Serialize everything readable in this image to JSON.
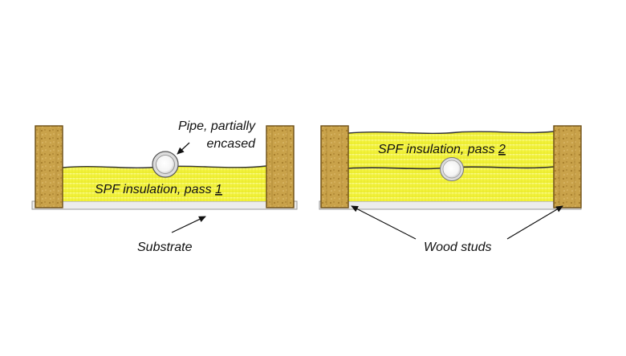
{
  "diagram": {
    "left_panel": {
      "pipe_label_line1": "Pipe, partially",
      "pipe_label_line2": "encased",
      "insulation_label_text": "SPF insulation, pass ",
      "insulation_label_pass": "1",
      "substrate_label": "Substrate"
    },
    "right_panel": {
      "insulation_label_text": "SPF insulation, pass ",
      "insulation_label_pass": "2",
      "studs_label": "Wood studs"
    },
    "colors": {
      "insulation": "#f2f23a",
      "insulation_light": "#fbfb9a",
      "wood": "#c9a24a",
      "wood_dark": "#8a6418",
      "substrate": "#ececec",
      "outline": "#222222"
    },
    "icons": [
      "pipe-icon",
      "wood-stud-icon",
      "arrow-icon"
    ]
  }
}
